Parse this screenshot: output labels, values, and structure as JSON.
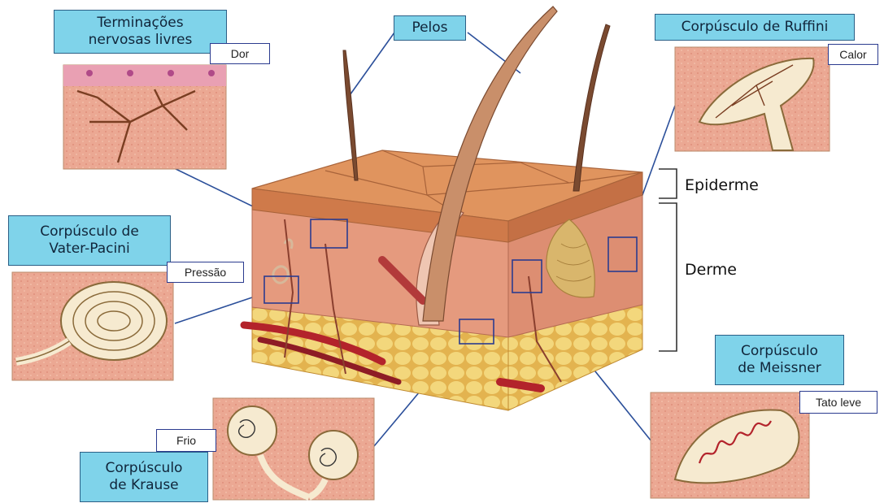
{
  "labels": {
    "terminacoes": "Terminações\nnervosas livres",
    "dor": "Dor",
    "pelos": "Pelos",
    "ruffini": "Corpúsculo de Ruffini",
    "calor": "Calor",
    "epiderme": "Epiderme",
    "derme": "Derme",
    "pacini": "Corpúsculo de\nVater-Pacini",
    "pressao": "Pressão",
    "meissner": "Corpúsculo\nde Meissner",
    "tato": "Tato leve",
    "krause": "Corpúsculo\nde Krause",
    "frio": "Frio"
  },
  "colors": {
    "label_fill": "#7fd3ea",
    "label_border": "#2b5f86",
    "callout_line": "#2b4f9a",
    "skin": "#e8a087",
    "epidermis": "#d98a5c",
    "fat": "#f0cf6e",
    "vessel": "#b3232b"
  }
}
